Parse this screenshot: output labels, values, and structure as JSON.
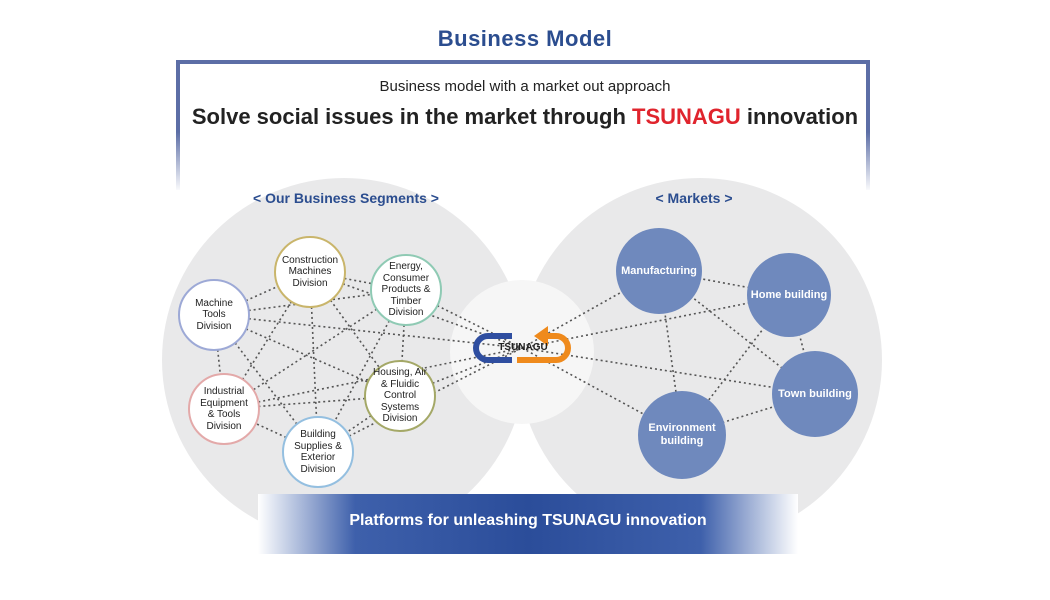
{
  "title": "Business Model",
  "subtitle": "Business model with a market out approach",
  "headline": {
    "before": "Solve social issues in the market through ",
    "accent": "TSUNAGU",
    "after": " innovation"
  },
  "segments": {
    "heading": "< Our Business Segments >",
    "items": [
      {
        "label": "Machine Tools Division",
        "color": "#9da9d6"
      },
      {
        "label": "Construction Machines Division",
        "color": "#c9b56b"
      },
      {
        "label": "Energy, Consumer Products & Timber Division",
        "color": "#8fcab4"
      },
      {
        "label": "Housing, Air & Fluidic Control Systems Division",
        "color": "#a4a867"
      },
      {
        "label": "Building Supplies & Exterior Division",
        "color": "#94bfe0"
      },
      {
        "label": "Industrial Equipment & Tools Division",
        "color": "#e3a9a9"
      }
    ]
  },
  "markets": {
    "heading": "< Markets >",
    "items": [
      {
        "label": "Manufacturing"
      },
      {
        "label": "Home building"
      },
      {
        "label": "Town building"
      },
      {
        "label": "Environment building"
      }
    ]
  },
  "hub": {
    "label": "TSUNAGU"
  },
  "platform": {
    "label": "Platforms for unleashing TSUNAGU innovation"
  },
  "colors": {
    "brand_blue": "#2b4d8f",
    "accent_red": "#e0242d",
    "market_node": "#6f89bd",
    "loop_blue": "#2f4ea0",
    "loop_orange": "#ef8a1c"
  }
}
